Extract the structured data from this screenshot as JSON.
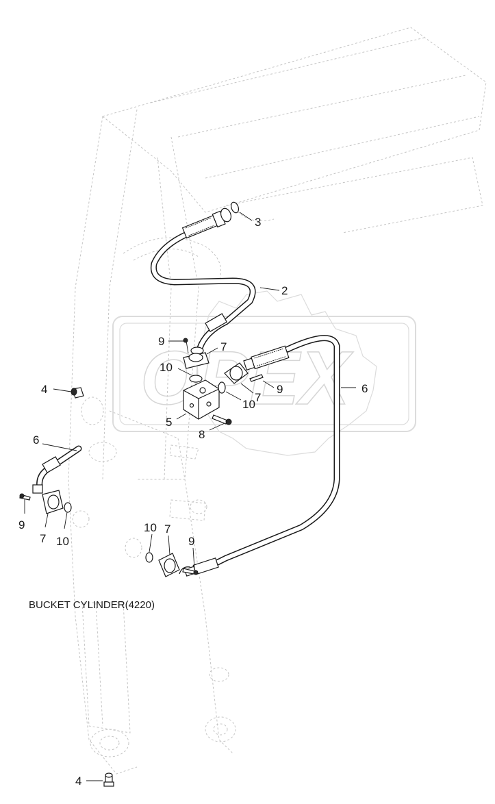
{
  "callouts": {
    "c3": "3",
    "c2": "2",
    "c9a": "9",
    "c7a": "7",
    "c10a": "10",
    "c4a": "4",
    "c5": "5",
    "c8": "8",
    "c9b": "9",
    "c7b": "7",
    "c10b": "10",
    "c6a": "6",
    "c6b": "6",
    "c9c": "9",
    "c7c": "7",
    "c10c": "10",
    "c10d": "10",
    "c7d": "7",
    "c9d": "9",
    "c4b": "4"
  },
  "caption": "BUCKET CYLINDER(4220)",
  "watermark": "OPEX",
  "colors": {
    "ink": "#1a1a1a",
    "ghost": "#c4c4c4",
    "watermark": "#dcdcdc"
  }
}
